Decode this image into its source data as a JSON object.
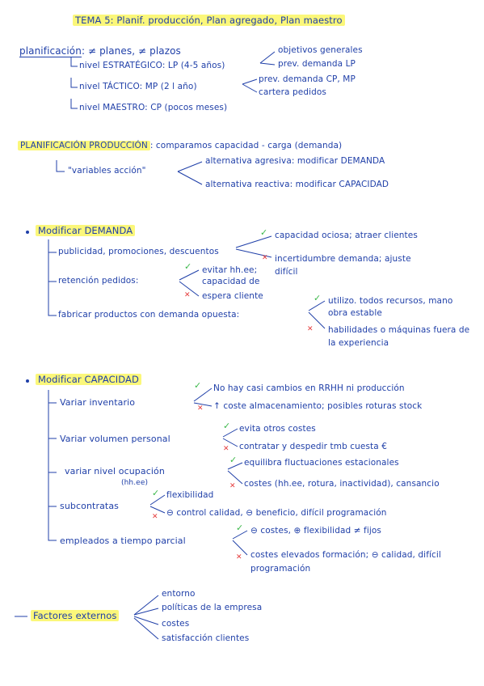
{
  "title": "TEMA 5: Planif. producción, Plan agregado, Plan maestro",
  "planif": {
    "heading": "planificación",
    "heading_rest": ": ≠ planes, ≠ plazos",
    "levels": [
      "nivel ESTRATÉGICO: LP (4-5 años)",
      "nivel TÁCTICO: MP (2 l año)",
      "nivel MAESTRO: CP (pocos meses)"
    ],
    "estrategico_notes": [
      "objetivos generales",
      "prev. demanda LP"
    ],
    "tactico_notes": [
      "prev. demanda CP, MP",
      "cartera pedidos"
    ]
  },
  "prod": {
    "heading": "PLANIFICACIÓN PRODUCCIÓN",
    "heading_rest": ": comparamos capacidad - carga (demanda)",
    "variables": "\"variables acción\"",
    "alt1": "alternativa agresiva: modificar DEMANDA",
    "alt2": "alternativa reactiva: modificar CAPACIDAD"
  },
  "demanda": {
    "heading": "Modificar DEMANDA",
    "items": [
      {
        "label": "publicidad, promociones, descuentos",
        "pro": "capacidad ociosa; atraer clientes",
        "con": "incertidumbre demanda; ajuste difícil"
      },
      {
        "label": "retención pedidos:",
        "pro": "evitar hh.ee; capacidad de",
        "con": "espera cliente"
      },
      {
        "label": "fabricar productos con demanda opuesta:",
        "pro": "utilizo. todos recursos, mano obra estable",
        "con": "habilidades o máquinas fuera de la experiencia"
      }
    ]
  },
  "capacidad": {
    "heading": "Modificar CAPACIDAD",
    "items": [
      {
        "label": "Variar inventario",
        "pro": "No hay casi cambios en RRHH ni producción",
        "con": "↑ coste almacenamiento; posibles roturas stock"
      },
      {
        "label": "Variar volumen personal",
        "pro": "evita otros costes",
        "con": "contratar y despedir tmb cuesta €"
      },
      {
        "label": "variar nivel ocupación",
        "sub": "(hh.ee)",
        "pro": "equilibra fluctuaciones estacionales",
        "con": "costes (hh.ee, rotura, inactividad), cansancio"
      },
      {
        "label": "subcontratas",
        "pro": "flexibilidad",
        "con": "⊖ control calidad, ⊖ beneficio, difícil programación"
      },
      {
        "label": "empleados a tiempo parcial",
        "pro": "⊖ costes, ⊕ flexibilidad ≠ fijos",
        "con": "costes elevados formación; ⊖ calidad, difícil programación"
      }
    ]
  },
  "factores": {
    "heading": "Factores externos",
    "items": [
      "entorno",
      "políticas de la empresa",
      "costes",
      "satisfacción clientes"
    ]
  },
  "colors": {
    "ink": "#1f3fa8",
    "highlight": "#fbf77a",
    "check": "#3cb84a",
    "cross": "#e43b3b"
  }
}
